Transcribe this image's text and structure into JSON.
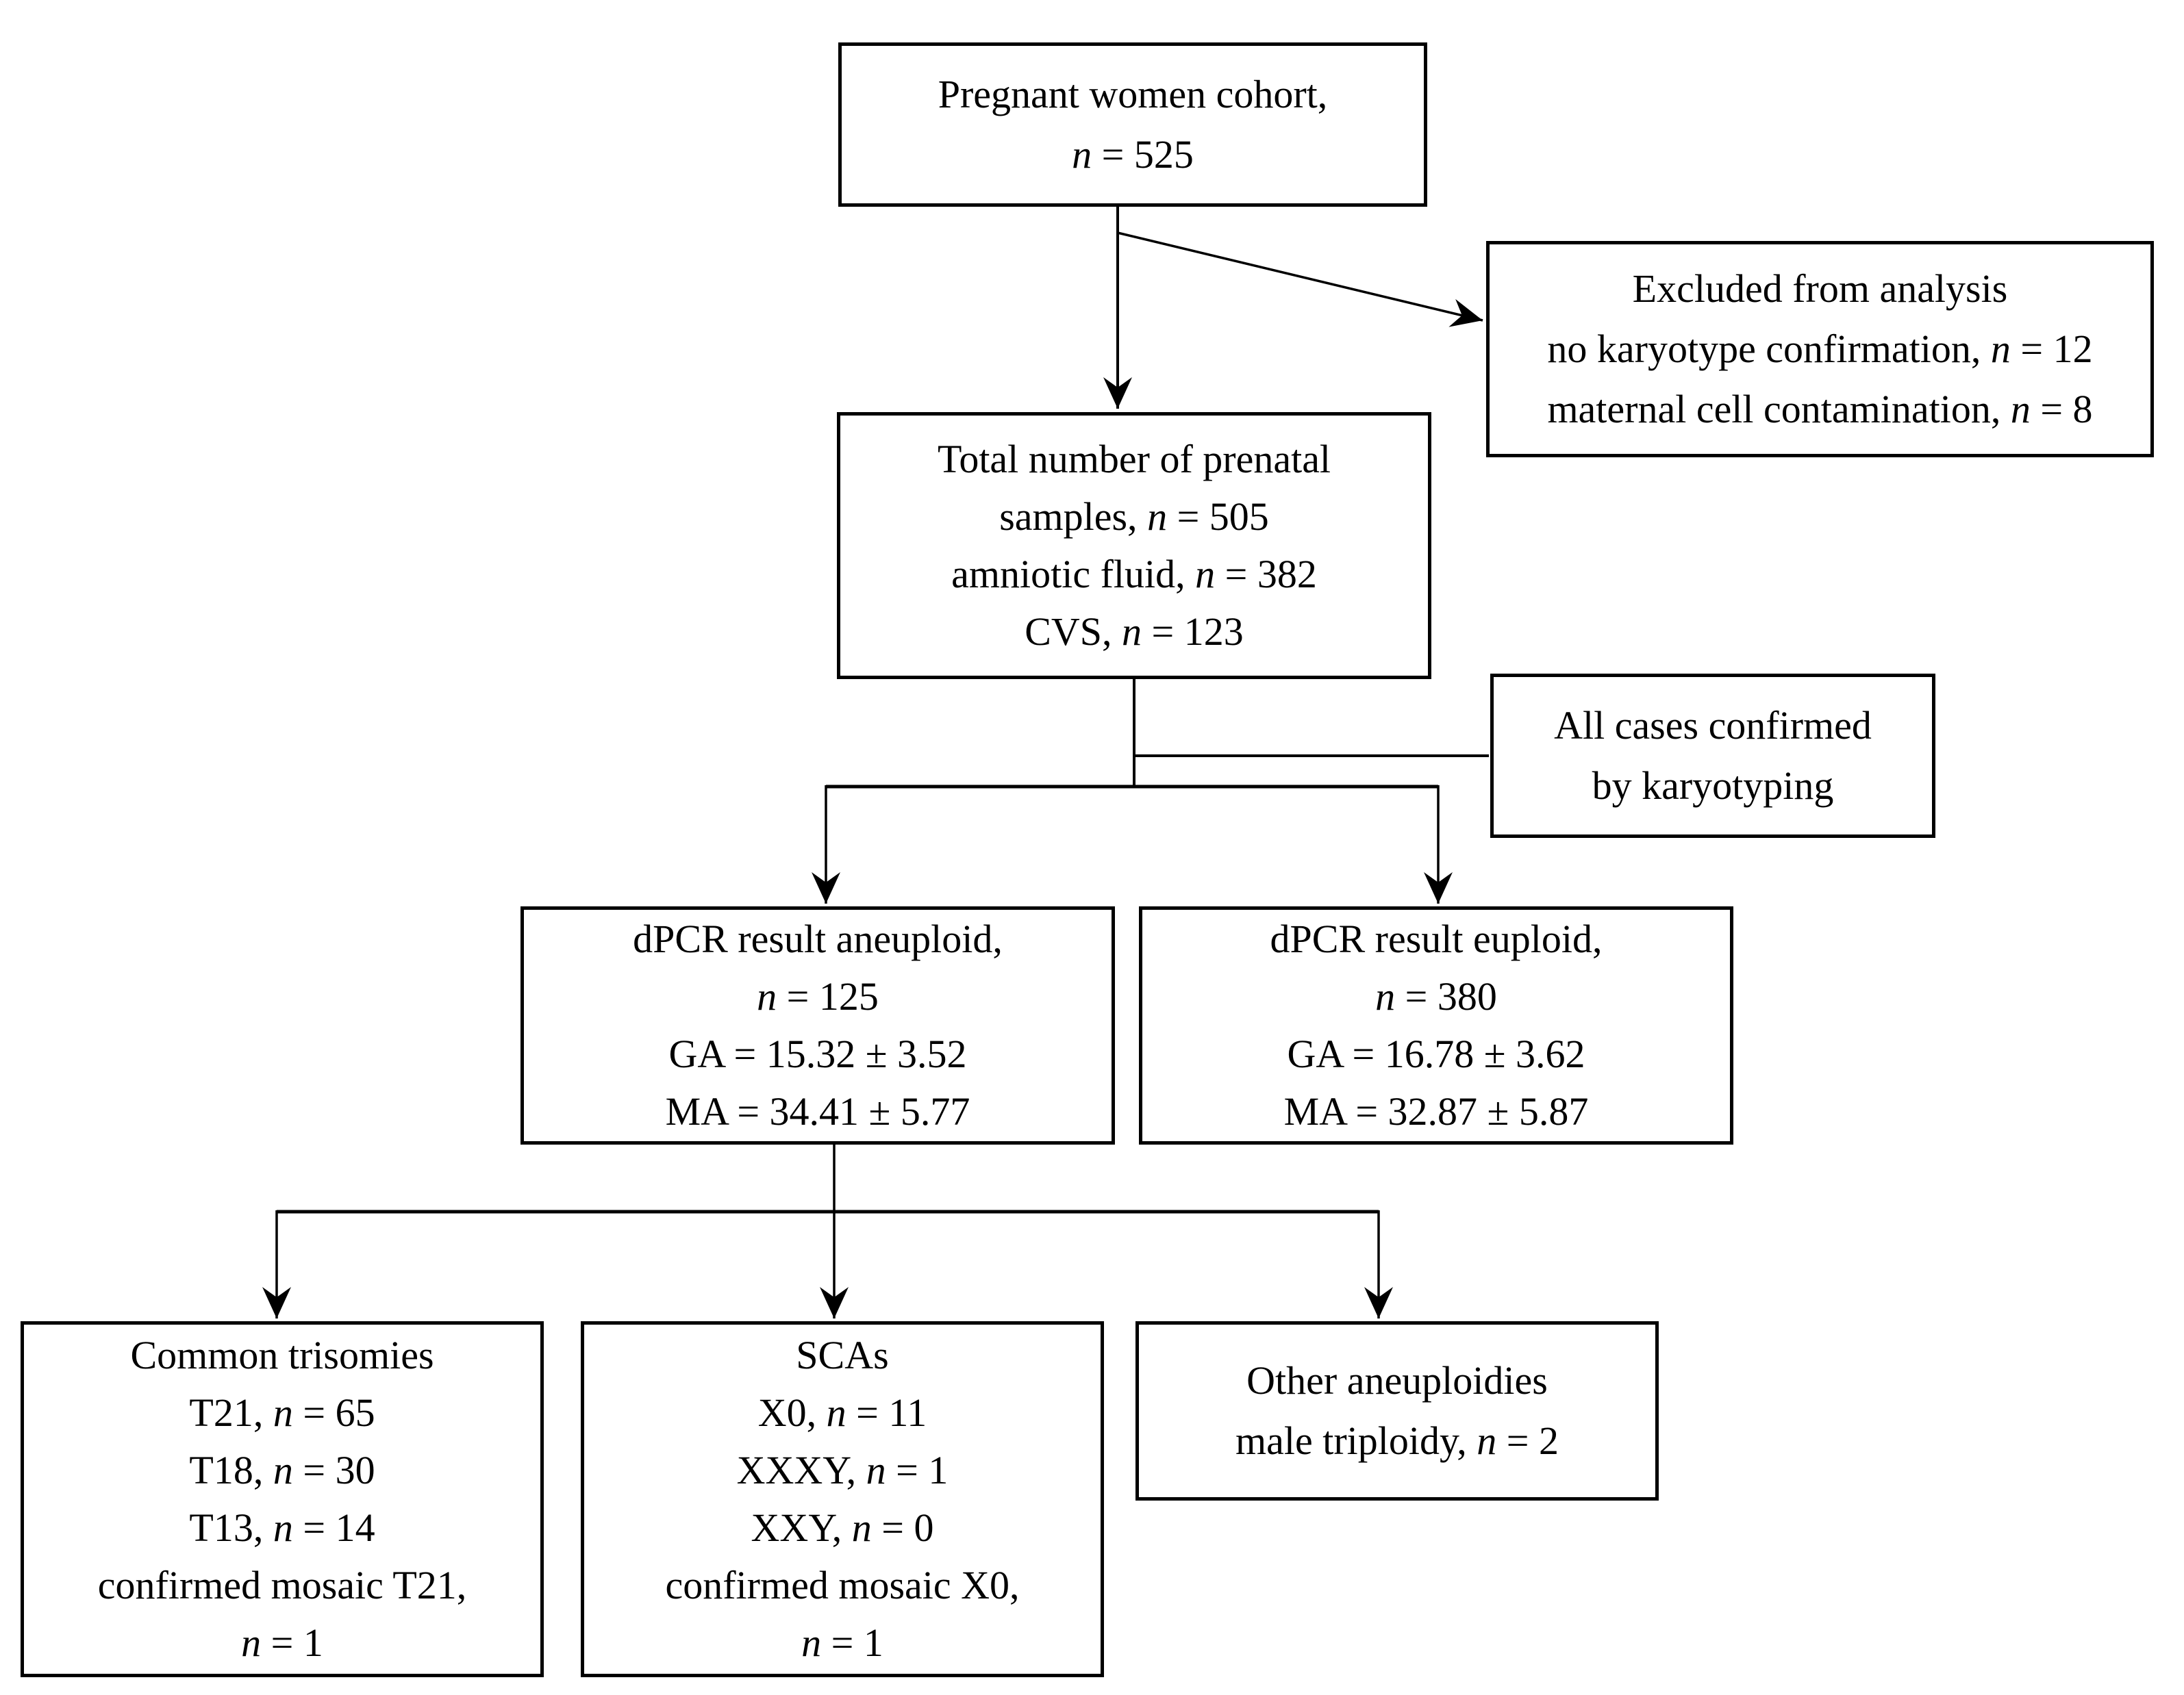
{
  "colors": {
    "ink": "#000000",
    "background": "#ffffff"
  },
  "boxes": {
    "cohort": {
      "lines": [
        [
          {
            "t": "Pregnant women cohort,"
          }
        ],
        [
          {
            "t": "n",
            "i": true
          },
          {
            "t": " = 525"
          }
        ]
      ]
    },
    "excluded": {
      "lines": [
        [
          {
            "t": "Excluded from analysis"
          }
        ],
        [
          {
            "t": "no karyotype confirmation, "
          },
          {
            "t": "n",
            "i": true
          },
          {
            "t": " = 12"
          }
        ],
        [
          {
            "t": "maternal cell contamination, "
          },
          {
            "t": "n",
            "i": true
          },
          {
            "t": " = 8"
          }
        ]
      ]
    },
    "total": {
      "lines": [
        [
          {
            "t": "Total number of prenatal"
          }
        ],
        [
          {
            "t": "samples, "
          },
          {
            "t": "n",
            "i": true
          },
          {
            "t": " = 505"
          }
        ],
        [
          {
            "t": "amniotic fluid, "
          },
          {
            "t": "n",
            "i": true
          },
          {
            "t": " = 382"
          }
        ],
        [
          {
            "t": "CVS, "
          },
          {
            "t": "n",
            "i": true
          },
          {
            "t": " = 123"
          }
        ]
      ]
    },
    "karyotyping": {
      "lines": [
        [
          {
            "t": "All cases confirmed"
          }
        ],
        [
          {
            "t": "by karyotyping"
          }
        ]
      ]
    },
    "aneuploid": {
      "lines": [
        [
          {
            "t": "dPCR result aneuploid,"
          }
        ],
        [
          {
            "t": "n",
            "i": true
          },
          {
            "t": " = 125"
          }
        ],
        [
          {
            "t": "GA = 15.32 ± 3.52"
          }
        ],
        [
          {
            "t": "MA = 34.41 ± 5.77"
          }
        ]
      ]
    },
    "euploid": {
      "lines": [
        [
          {
            "t": "dPCR result euploid,"
          }
        ],
        [
          {
            "t": "n",
            "i": true
          },
          {
            "t": " = 380"
          }
        ],
        [
          {
            "t": "GA = 16.78 ± 3.62"
          }
        ],
        [
          {
            "t": "MA = 32.87 ± 5.87"
          }
        ]
      ]
    },
    "trisomies": {
      "lines": [
        [
          {
            "t": "Common trisomies"
          }
        ],
        [
          {
            "t": "T21, "
          },
          {
            "t": "n",
            "i": true
          },
          {
            "t": " = 65"
          }
        ],
        [
          {
            "t": "T18, "
          },
          {
            "t": "n",
            "i": true
          },
          {
            "t": " = 30"
          }
        ],
        [
          {
            "t": "T13, "
          },
          {
            "t": "n",
            "i": true
          },
          {
            "t": " = 14"
          }
        ],
        [
          {
            "t": "confirmed mosaic T21,"
          }
        ],
        [
          {
            "t": "n",
            "i": true
          },
          {
            "t": " = 1"
          }
        ]
      ]
    },
    "scas": {
      "lines": [
        [
          {
            "t": "SCAs"
          }
        ],
        [
          {
            "t": "X0, "
          },
          {
            "t": "n",
            "i": true
          },
          {
            "t": " = 11"
          }
        ],
        [
          {
            "t": "XXXY, "
          },
          {
            "t": "n",
            "i": true
          },
          {
            "t": " = 1"
          }
        ],
        [
          {
            "t": "XXY, "
          },
          {
            "t": "n",
            "i": true
          },
          {
            "t": " = 0"
          }
        ],
        [
          {
            "t": "confirmed mosaic X0,"
          }
        ],
        [
          {
            "t": "n",
            "i": true
          },
          {
            "t": " = 1"
          }
        ]
      ]
    },
    "other": {
      "lines": [
        [
          {
            "t": "Other aneuploidies"
          }
        ],
        [
          {
            "t": "male triploidy, "
          },
          {
            "t": "n",
            "i": true
          },
          {
            "t": " = 2"
          }
        ]
      ]
    }
  }
}
